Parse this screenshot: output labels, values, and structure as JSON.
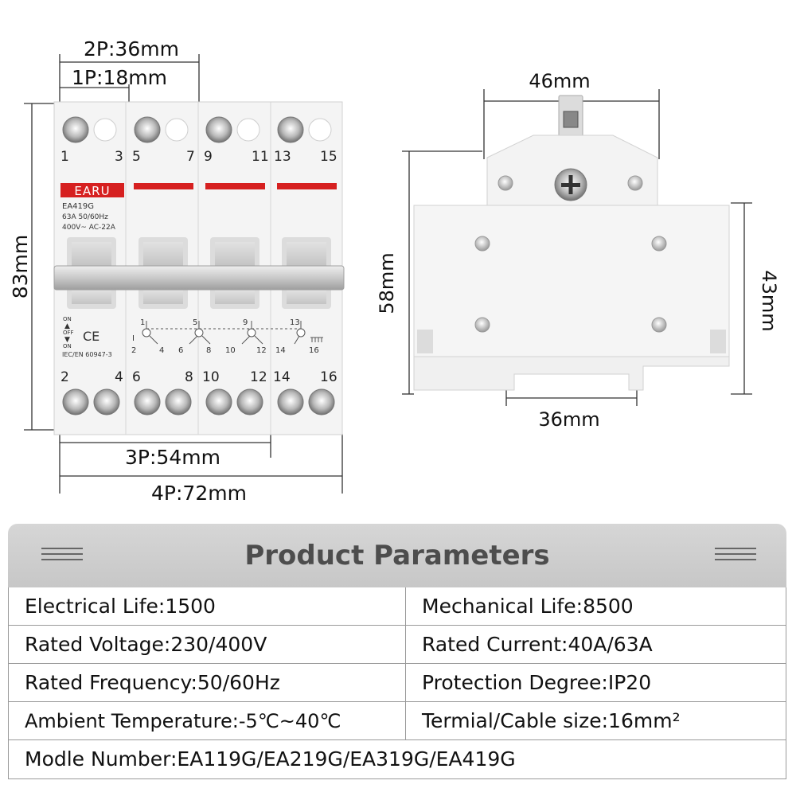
{
  "dimensions": {
    "two_pole": "2P:36mm",
    "one_pole": "1P:18mm",
    "height": "83mm",
    "three_pole": "3P:54mm",
    "four_pole": "4P:72mm",
    "side_top": "46mm",
    "side_left": "58mm",
    "side_right": "43mm",
    "side_bottom": "36mm"
  },
  "device": {
    "brand": "EARU",
    "model": "EA419G",
    "rating_line1": "63A 50/60Hz",
    "rating_line2": "400V~  AC-22A",
    "on_label": "ON",
    "off_label": "OFF",
    "on_label2": "ON",
    "ce_mark": "CE",
    "standard": "IEC/EN 60947-3",
    "top_terminals": [
      "1",
      "3",
      "5",
      "7",
      "9",
      "11",
      "13",
      "15"
    ],
    "bottom_terminals": [
      "2",
      "4",
      "6",
      "8",
      "10",
      "12",
      "14",
      "16"
    ],
    "schematic_top": [
      "1",
      "5",
      "9",
      "13"
    ],
    "schematic_bottom": [
      "2",
      "4",
      "6",
      "8",
      "10",
      "12",
      "14",
      "16"
    ],
    "schematic_left": "I"
  },
  "parameters": {
    "title": "Product Parameters",
    "rows": [
      {
        "left": "Electrical Life:1500",
        "right": "Mechanical Life:8500"
      },
      {
        "left": "Rated Voltage:230/400V",
        "right": "Rated Current:40A/63A"
      },
      {
        "left": "Rated Frequency:50/60Hz",
        "right": "Protection Degree:IP20"
      },
      {
        "left": "Ambient Temperature:-5℃~40℃",
        "right": "Termial/Cable size:16mm²"
      }
    ],
    "model_row": "Modle Number:EA119G/EA219G/EA319G/EA419G"
  },
  "colors": {
    "accent_red": "#d62020",
    "panel_header": "#cfcfcf",
    "body_white": "#f4f4f4"
  }
}
